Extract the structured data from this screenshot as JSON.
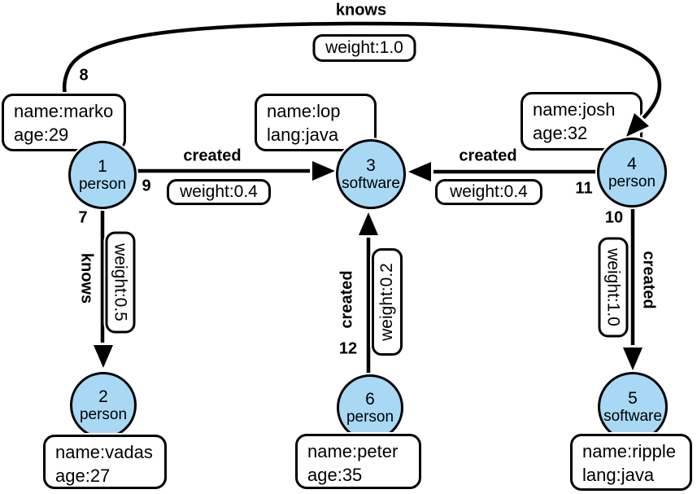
{
  "diagram": {
    "type": "property-graph",
    "background": "#ffffff",
    "colors": {
      "node_fill": "#a8d8f4",
      "node_stroke": "#000000",
      "box_fill": "#ffffff",
      "edge_color": "#000000"
    }
  },
  "nodes": [
    {
      "id": "1",
      "label": "person",
      "properties": [
        "name:marko",
        "age:29"
      ]
    },
    {
      "id": "2",
      "label": "person",
      "properties": [
        "name:vadas",
        "age:27"
      ]
    },
    {
      "id": "3",
      "label": "software",
      "properties": [
        "name:lop",
        "lang:java"
      ]
    },
    {
      "id": "4",
      "label": "person",
      "properties": [
        "name:josh",
        "age:32"
      ]
    },
    {
      "id": "5",
      "label": "software",
      "properties": [
        "name:ripple",
        "lang:java"
      ]
    },
    {
      "id": "6",
      "label": "person",
      "properties": [
        "name:peter",
        "age:35"
      ]
    }
  ],
  "edges": [
    {
      "id": "8",
      "label": "knows",
      "weight": "weight:1.0",
      "from": "1",
      "to": "4"
    },
    {
      "id": "9",
      "label": "created",
      "weight": "weight:0.4",
      "from": "1",
      "to": "3"
    },
    {
      "id": "11",
      "label": "created",
      "weight": "weight:0.4",
      "from": "4",
      "to": "3"
    },
    {
      "id": "7",
      "label": "knows",
      "weight": "weight:0.5",
      "from": "1",
      "to": "2"
    },
    {
      "id": "12",
      "label": "created",
      "weight": "weight:0.2",
      "from": "6",
      "to": "3"
    },
    {
      "id": "10",
      "label": "created",
      "weight": "weight:1.0",
      "from": "4",
      "to": "5"
    }
  ]
}
